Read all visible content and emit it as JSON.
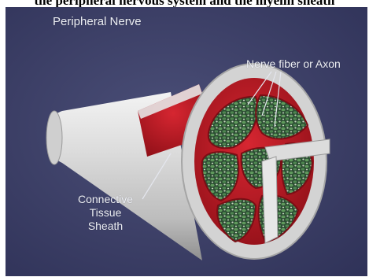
{
  "header": {
    "caption": "the peripheral nervous system and the myelin sheath"
  },
  "diagram": {
    "title": "Peripheral Nerve",
    "labels": {
      "axon": "Nerve fiber or Axon",
      "sheath_line1": "Connective",
      "sheath_line2": "Tissue",
      "sheath_line3": "Sheath"
    },
    "colors": {
      "background": "#3f4269",
      "sheath": "#d9d9d9",
      "fascicle": "#b3121e",
      "fiber": "#3f7a44",
      "label": "#eef0f6"
    }
  }
}
